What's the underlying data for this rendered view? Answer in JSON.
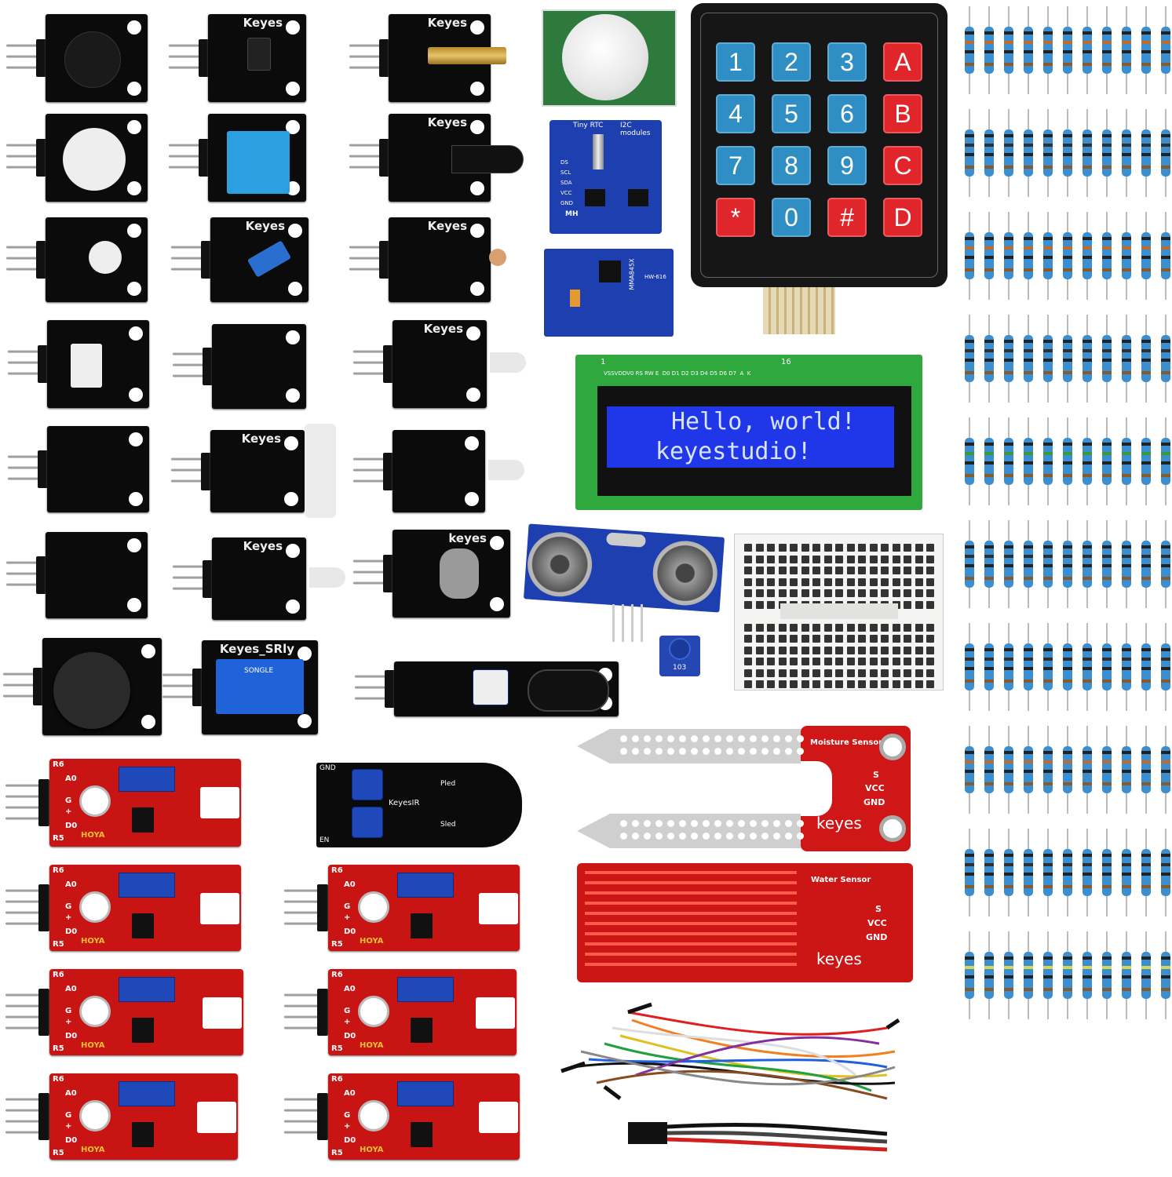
{
  "product": {
    "black_modules": [
      {
        "name": "passive-buzzer",
        "label": ""
      },
      {
        "name": "button-module",
        "label": "Keyes"
      },
      {
        "name": "laser-module",
        "label": "Keyes"
      },
      {
        "name": "active-buzzer",
        "label": ""
      },
      {
        "name": "dht11-module",
        "label": ""
      },
      {
        "name": "ir-receiver",
        "label": "Keyes"
      },
      {
        "name": "rgb-led-module",
        "label": ""
      },
      {
        "name": "tilt-switch",
        "label": "Keyes"
      },
      {
        "name": "photoresistor",
        "label": "Keyes"
      },
      {
        "name": "photo-interrupter",
        "label": ""
      },
      {
        "name": "temperature-module",
        "label": ""
      },
      {
        "name": "ir-led-module",
        "label": "Keyes"
      },
      {
        "name": "smd-rgb-module",
        "label": ""
      },
      {
        "name": "reed-switch-module",
        "label": "Keyes"
      },
      {
        "name": "two-color-led",
        "label": ""
      },
      {
        "name": "hall-sensor",
        "label": ""
      },
      {
        "name": "flame-led-module",
        "label": "Keyes"
      },
      {
        "name": "rotary-encoder",
        "label": "keyes"
      },
      {
        "name": "joystick-module",
        "label": ""
      },
      {
        "name": "relay-module",
        "label": "Keyes_SRly"
      },
      {
        "name": "obstacle-sensor",
        "label": ""
      }
    ],
    "relay_text": "SONGLE",
    "pir": {
      "label": ""
    },
    "rtc": {
      "title": "Tiny RTC",
      "subtitle": "I2C modules",
      "pins": [
        "DS",
        "SCL",
        "SDA",
        "VCC",
        "GND"
      ],
      "maker": "MH"
    },
    "accelerometer": {
      "chip": "MMA845X",
      "model": "HW-616"
    },
    "keypad": {
      "keys": [
        "1",
        "2",
        "3",
        "A",
        "4",
        "5",
        "6",
        "B",
        "7",
        "8",
        "9",
        "C",
        "*",
        "0",
        "#",
        "D"
      ],
      "blue": "#2f8fc4",
      "red": "#e0262b"
    },
    "lcd": {
      "line1": "Hello, world!",
      "line2": "keyestudio!",
      "pin_start": "1",
      "pin_end": "16",
      "pins": "VSSVDDV0 RS RW E  D0 D1 D2 D3 D4 D5 D6 D7  A  K",
      "screen_color": "#1f37e8"
    },
    "ultrasonic": {
      "label": ""
    },
    "ir_tracking": {
      "label": "KeyesIR",
      "led_labels": [
        "Pled",
        "Sled"
      ],
      "pins": [
        "GND",
        "EN"
      ]
    },
    "red_modules": [
      {
        "name": "hall-analog-module",
        "brand": "HOYA"
      },
      {
        "name": "big-sound-module",
        "brand": "HOYA"
      },
      {
        "name": "small-sound-module",
        "brand": "HOYA"
      },
      {
        "name": "temperature-analog-module",
        "brand": "HOYA"
      },
      {
        "name": "flame-analog-module",
        "brand": "HOYA"
      },
      {
        "name": "touch-module",
        "brand": "HOYA"
      },
      {
        "name": "reed-analog-module",
        "brand": "HOYA"
      }
    ],
    "red_pin_labels": [
      "R6",
      "A0",
      "G",
      "+",
      "D0",
      "R5"
    ],
    "moisture": {
      "title": "Moisture Sensor",
      "brand": "keyes",
      "pins": [
        "S",
        "VCC",
        "GND"
      ]
    },
    "water": {
      "title": "Water Sensor",
      "brand": "keyes",
      "pins": [
        "S",
        "VCC",
        "GND"
      ]
    },
    "potentiometer_label": "103",
    "resistor_rows": 10,
    "resistor_cols": 11,
    "resistor_band_colors": [
      "#c06b2a",
      "#2f2f2f",
      "#c06b2a",
      "#2f2f2f",
      "#3a9a3a",
      "#2f2f2f",
      "#2f2f2f",
      "#c06b2a",
      "#2f2f2f",
      "#d8d84a"
    ]
  }
}
